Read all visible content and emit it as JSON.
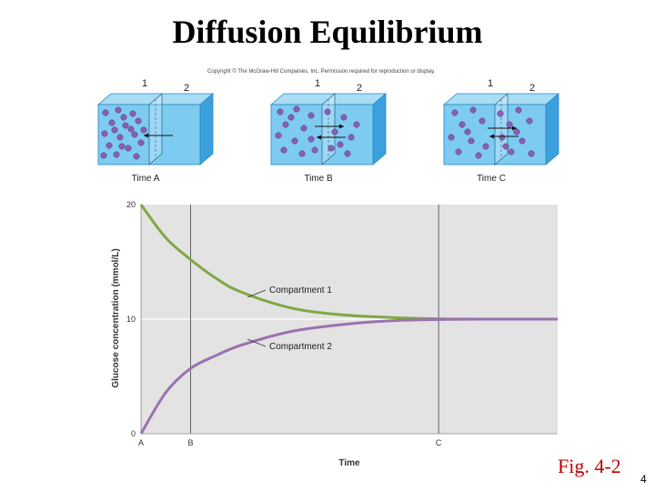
{
  "slide": {
    "title": "Diffusion Equilibrium",
    "copyright": "Copyright © The McGraw-Hill Companies, Inc. Permission required for reproduction or display.",
    "fig_label": "Fig. 4-2",
    "page_number": "4"
  },
  "boxes": [
    {
      "time_label": "Time A",
      "left_label": "1",
      "right_label": "2"
    },
    {
      "time_label": "Time B",
      "left_label": "1",
      "right_label": "2"
    },
    {
      "time_label": "Time C",
      "left_label": "1",
      "right_label": "2"
    }
  ],
  "colors": {
    "box_fill": "#7ecbf0",
    "box_edge": "#2a86c4",
    "molecule": "#8a5fb5",
    "plot_bg": "#e3e3e3",
    "compartment1": "#7fa843",
    "compartment2": "#9a72b0"
  },
  "chart_data": {
    "type": "line",
    "xlabel": "Time",
    "ylabel": "Glucose concentration (mmol/L)",
    "ylim": [
      0,
      20
    ],
    "y_ticks": [
      "0",
      "10",
      "20"
    ],
    "x_markers": [
      "A",
      "B",
      "C"
    ],
    "x_marker_positions": [
      0,
      1,
      6
    ],
    "xlim": [
      0,
      8.4
    ],
    "grid": "horizontal line at 10; vertical lines at B and C",
    "series": [
      {
        "name": "Compartment 1",
        "x": [
          0,
          0.5,
          1,
          1.5,
          2,
          3,
          4,
          5,
          6,
          7,
          8.4
        ],
        "y": [
          20,
          17.1,
          15.2,
          13.6,
          12.4,
          11.0,
          10.4,
          10.15,
          10.03,
          10.0,
          10.0
        ]
      },
      {
        "name": "Compartment 2",
        "x": [
          0,
          0.5,
          1,
          1.5,
          2,
          3,
          4,
          5,
          6,
          7,
          8.4
        ],
        "y": [
          0,
          3.6,
          5.7,
          6.8,
          7.7,
          8.9,
          9.5,
          9.85,
          9.97,
          10.0,
          10.0
        ]
      }
    ]
  }
}
